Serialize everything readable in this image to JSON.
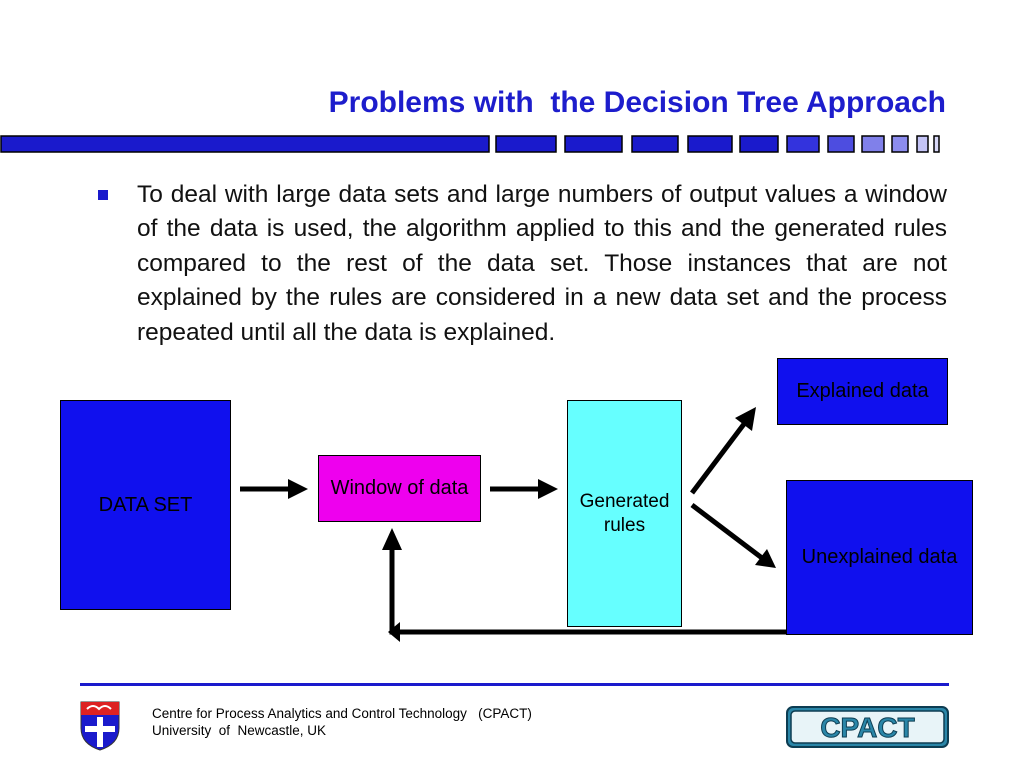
{
  "slide": {
    "title": "Problems with  the Decision Tree Approach",
    "bullet_text": "To deal with large data sets and large numbers of output values a window of the data is used, the algorithm applied to this and the generated rules compared to the rest of the data set.  Those instances that are not explained by the rules are considered in a new data set and the process repeated until all the data is explained."
  },
  "diagram": {
    "dataset_label": "DATA SET",
    "window_label": "Window of data",
    "rules_label": "Generated rules",
    "explained_label": "Explained data",
    "unexplained_label": "Unexplained data"
  },
  "footer": {
    "line1": "Centre for Process Analytics and Control Technology   (CPACT)",
    "line2": "University  of  Newcastle, UK",
    "logo_text": "CPACT"
  },
  "colors": {
    "title": "#1d1dcc",
    "box_blue": "#1010ee",
    "window_magenta": "#ee00ee",
    "rules_cyan": "#66ffff",
    "accent": "#1a1acc"
  },
  "icons": [
    "university-crest-icon",
    "cpact-logo"
  ]
}
